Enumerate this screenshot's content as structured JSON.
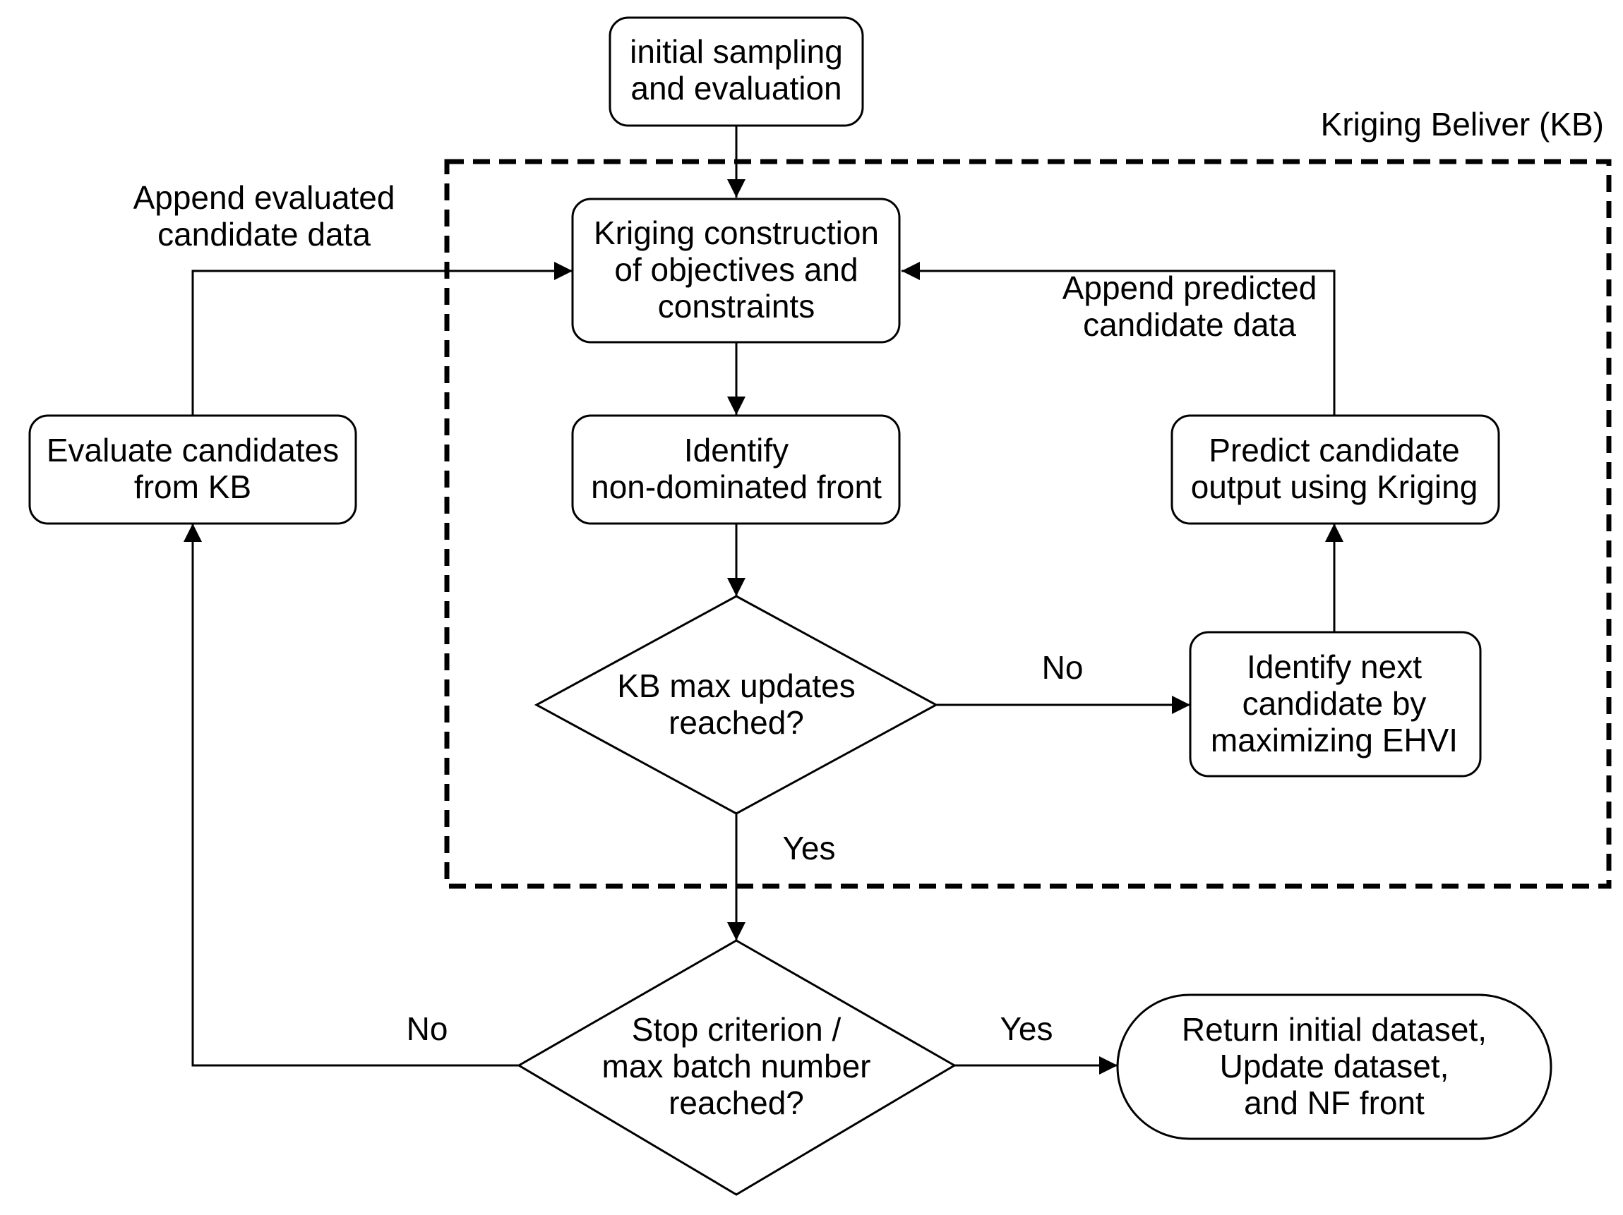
{
  "diagram": {
    "kb_region_label": "Kriging Beliver (KB)",
    "nodes": {
      "initial": [
        "initial sampling",
        "and evaluation"
      ],
      "kriging": [
        "Kriging construction",
        "of objectives and",
        "constraints"
      ],
      "identify_front": [
        "Identify",
        "non-dominated front"
      ],
      "kb_decision": [
        "KB max updates",
        "reached?"
      ],
      "next_candidate": [
        "Identify next",
        "candidate by",
        "maximizing EHVI"
      ],
      "predict": [
        "Predict candidate",
        "output using Kriging"
      ],
      "evaluate": [
        "Evaluate candidates",
        "from KB"
      ],
      "stop_decision": [
        "Stop criterion /",
        "max batch number",
        "reached?"
      ],
      "return": [
        "Return initial dataset,",
        "Update dataset,",
        "and NF front"
      ]
    },
    "edge_labels": {
      "append_evaluated": [
        "Append evaluated",
        "candidate data"
      ],
      "append_predicted": [
        "Append predicted",
        "candidate data"
      ],
      "kb_no": "No",
      "kb_yes": "Yes",
      "stop_no": "No",
      "stop_yes": "Yes"
    }
  }
}
